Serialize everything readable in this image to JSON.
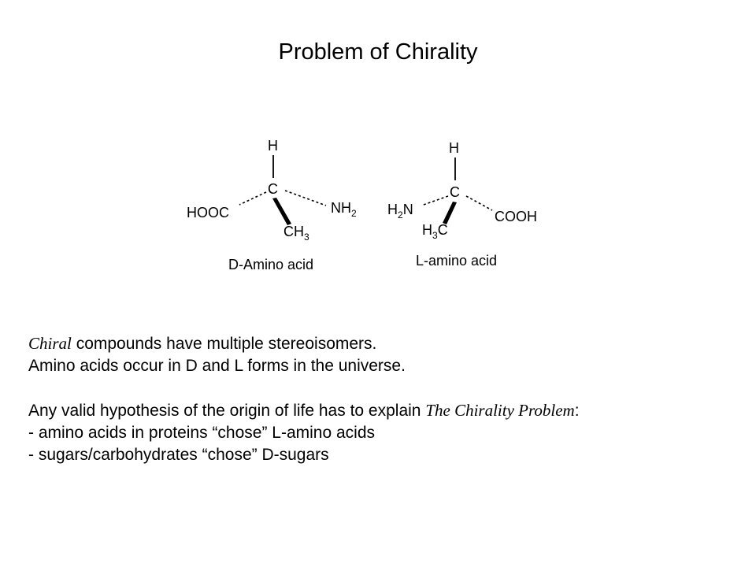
{
  "slide": {
    "title": "Problem of Chirality",
    "figure": {
      "d": {
        "h": "H",
        "c": "C",
        "left": "HOOC",
        "right_main": "NH",
        "right_sub": "2",
        "down_main": "CH",
        "down_sub": "3",
        "caption": "D-Amino acid"
      },
      "l": {
        "h": "H",
        "c": "C",
        "left_a": "H",
        "left_sub": "2",
        "left_b": "N",
        "right": "COOH",
        "down_a": "H",
        "down_sub": "3",
        "down_b": "C",
        "caption": "L-amino acid"
      }
    },
    "body": {
      "line1_ital": "Chiral",
      "line1_rest": " compounds have multiple stereoisomers.",
      "line2": "Amino acids occur in D and L forms in the universe.",
      "line3_start": "Any valid hypothesis of the origin of life has to explain ",
      "line3_ital": "The Chirality Problem",
      "line3_end": ":",
      "line4": "- amino acids in proteins “chose” L-amino acids",
      "line5": "- sugars/carbohydrates “chose” D-sugars"
    }
  }
}
